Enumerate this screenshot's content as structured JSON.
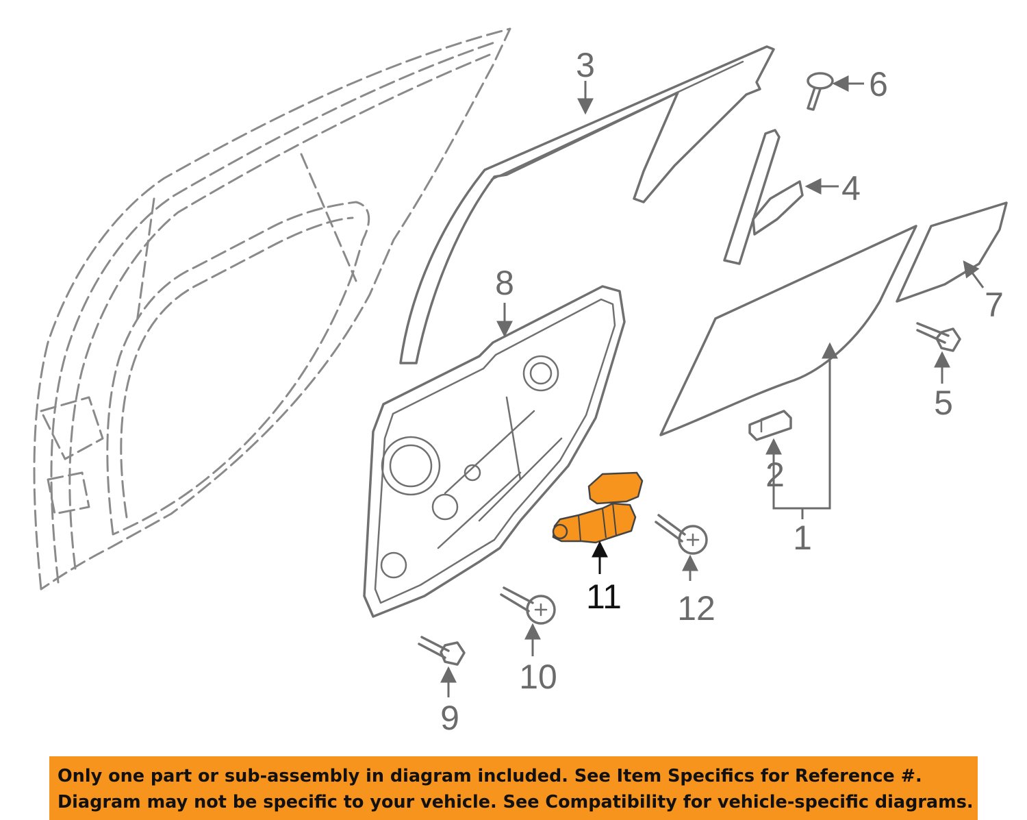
{
  "diagram": {
    "highlight_color": "#f7941d",
    "callouts": [
      {
        "id": "1",
        "label": "1"
      },
      {
        "id": "2",
        "label": "2"
      },
      {
        "id": "3",
        "label": "3"
      },
      {
        "id": "4",
        "label": "4"
      },
      {
        "id": "5",
        "label": "5"
      },
      {
        "id": "6",
        "label": "6"
      },
      {
        "id": "7",
        "label": "7"
      },
      {
        "id": "8",
        "label": "8"
      },
      {
        "id": "9",
        "label": "9"
      },
      {
        "id": "10",
        "label": "10"
      },
      {
        "id": "11",
        "label": "11",
        "highlighted": true
      },
      {
        "id": "12",
        "label": "12"
      }
    ]
  },
  "notice": {
    "background": "#f7941d",
    "line1": "Only one part or sub-assembly in diagram included. See Item Specifics for Reference #.",
    "line2": "Diagram may not be specific to your vehicle. See Compatibility for vehicle-specific diagrams."
  }
}
